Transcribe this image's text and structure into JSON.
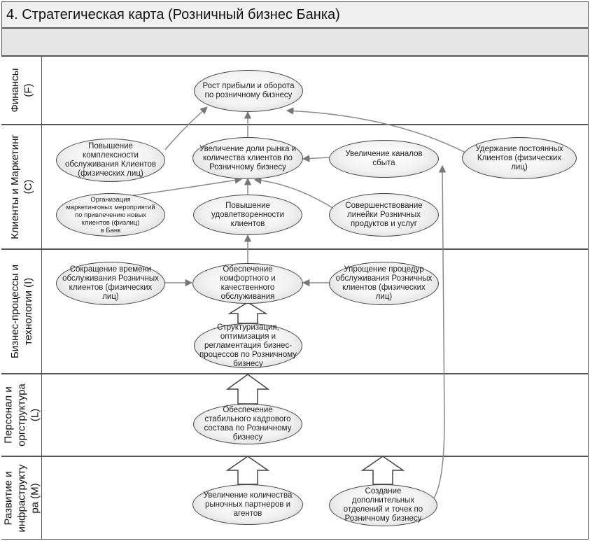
{
  "header": {
    "title": "4. Стратегическая карта (Розничный бизнес Банка)"
  },
  "lanes": [
    {
      "id": "f",
      "label": "Финансы\n(F)"
    },
    {
      "id": "c",
      "label": "Клиенты и Маркетинг\n(C)"
    },
    {
      "id": "i",
      "label": "Бизнес-процессы и\nтехнологии (I)"
    },
    {
      "id": "l",
      "label": "Персонал и\nоргструктура\n(L)"
    },
    {
      "id": "m",
      "label": "Развитие и\nинфраструкту\nра (M)"
    }
  ],
  "nodes": {
    "profit_growth": "Рост прибыли и оборота\nпо розничному бизнесу",
    "service_complexity": "Повышение\nкомплексности\nобслуживания Клиентов\n(физических лиц)",
    "market_share": "Увеличение доли рынка и\nколичества клиентов по\nРозничному бизнесу",
    "sales_channels": "Увеличение каналов\nсбыта",
    "retention": "Удержание постоянных\nКлиентов (физических\nлиц)",
    "marketing_events": "Организация\nмаркетинговых мероприятий\nпо привлечению новых\nклиентов (физлиц)\nв Банк",
    "satisfaction": "Повышение\nудовлетворенности\nклиентов",
    "product_line": "Совершенствование\nлинейки Розничных\nпродуктов и услуг",
    "service_time": "Сокращение времени\nобслуживания Розничных\nклиентов (физических\nлиц)",
    "comfort_service": "Обеспечение\nкомфортного и\nкачественного\nобслуживания",
    "simplify_procedures": "Упрощение процедур\nобслуживания Розничных\nклиентов (физических\nлиц)",
    "process_structuring": "Структуризация,\nоптимизация и\nрегламентация бизнес-\nпроцессов по Розничному\nбизнесу",
    "stable_staff": "Обеспечение\nстабильного кадрового\nсостава по Розничному\nбизнесу",
    "partners": "Увеличение количества\nрыночных партнеров и\nагентов",
    "branches": "Создание\nдополнительных\nотделений и точек по\nРозничному бизнесу"
  }
}
